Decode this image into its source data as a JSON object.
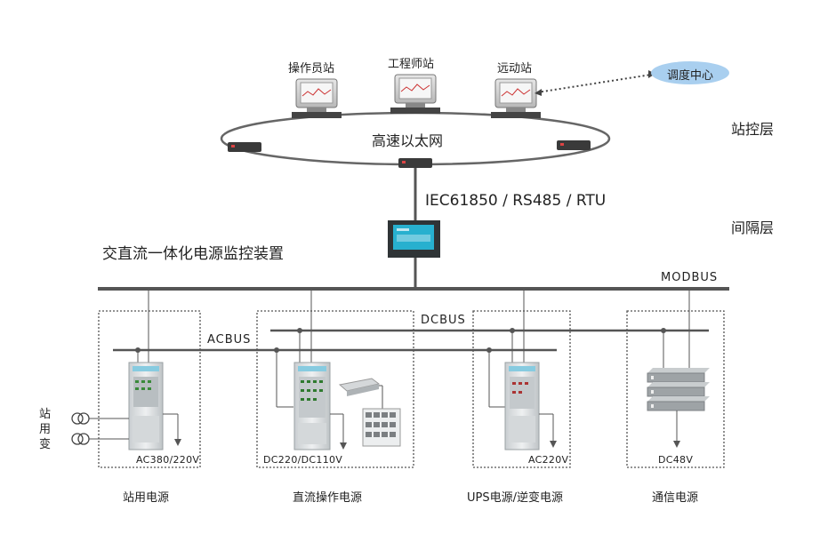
{
  "stations": {
    "operator": "操作员站",
    "engineer": "工程师站",
    "telecontrol": "远动站",
    "dispatch": "调度中心"
  },
  "network": {
    "ring_label": "高速以太网",
    "protocol": "IEC61850 / RS485 / RTU"
  },
  "layers": {
    "station_control": "站控层",
    "bay": "间隔层"
  },
  "controller": {
    "title": "交直流一体化电源监控装置"
  },
  "buses": {
    "modbus": "MODBUS",
    "dcbus": "DCBUS",
    "acbus": "ACBUS"
  },
  "transformer": {
    "chars": [
      "站",
      "用",
      "变"
    ]
  },
  "panels": {
    "ac": {
      "voltage": "AC380/220V",
      "name": "站用电源"
    },
    "dc": {
      "voltage": "DC220/DC110V",
      "name": "直流操作电源"
    },
    "ups": {
      "voltage": "AC220V",
      "name": "UPS电源/逆变电源"
    },
    "comm": {
      "voltage": "DC48V",
      "name": "通信电源"
    }
  },
  "colors": {
    "line": "#555555",
    "ring": "#666666",
    "dispatch_fill": "#a9cfef",
    "cabinet": "#dfe3e5",
    "screen": "#27b0cf"
  }
}
